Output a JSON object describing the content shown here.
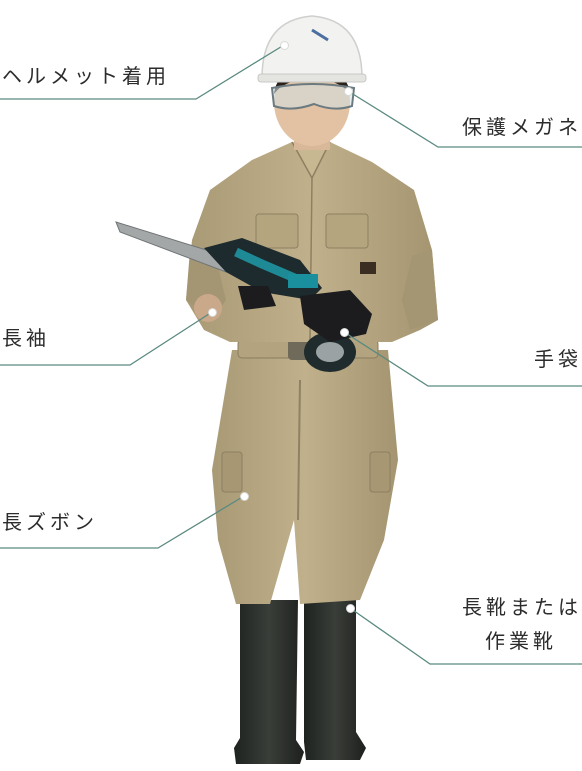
{
  "callouts": {
    "helmet": "ヘルメット着用",
    "glasses": "保護メガネ",
    "long_sleeves": "長袖",
    "gloves": "手袋",
    "long_pants": "長ズボン",
    "boots_line1": "長靴または",
    "boots_line2": "作業靴"
  },
  "colors": {
    "leader_line": "#5a8a80",
    "uniform": "#b8a883",
    "boots": "#2a2d29",
    "helmet": "#f2f2f0"
  }
}
